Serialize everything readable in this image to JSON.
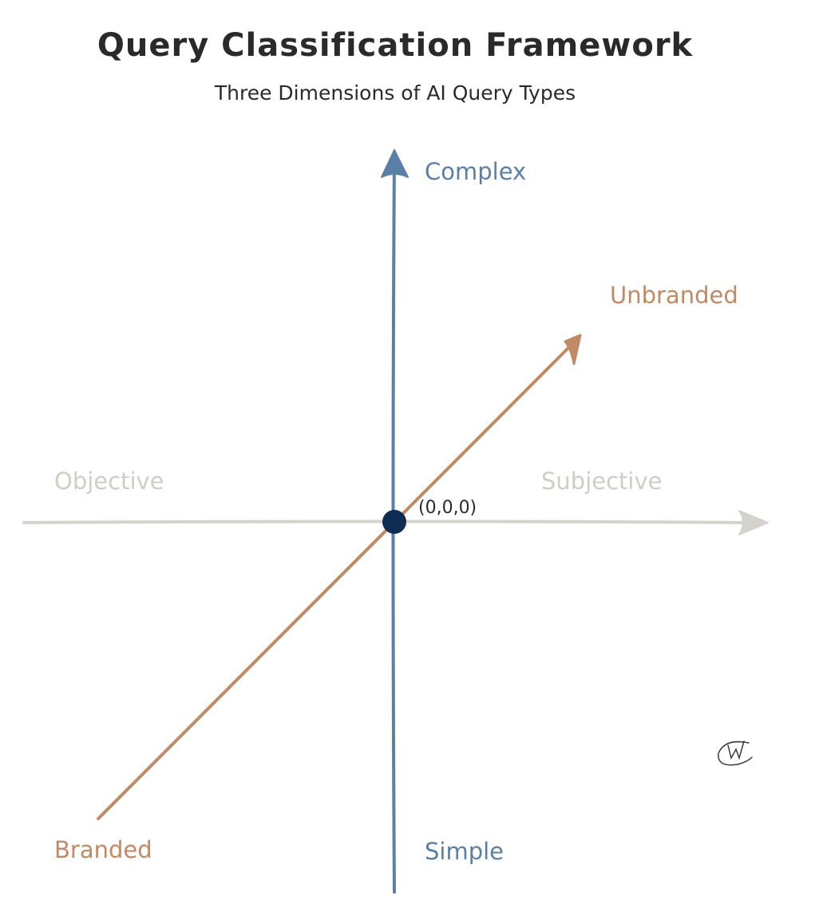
{
  "title": "Query Classification Framework",
  "subtitle": "Three Dimensions of AI Query Types",
  "axes": {
    "vertical": {
      "top_label": "Complex",
      "bottom_label": "Simple",
      "color": "#5b80a5"
    },
    "diagonal": {
      "top_label": "Unbranded",
      "bottom_label": "Branded",
      "color": "#c08a65"
    },
    "horizontal": {
      "left_label": "Objective",
      "right_label": "Subjective",
      "color": "#d4d3cb"
    }
  },
  "origin": {
    "label": "(0,0,0)",
    "color": "#0f2d52"
  },
  "signature": "W"
}
